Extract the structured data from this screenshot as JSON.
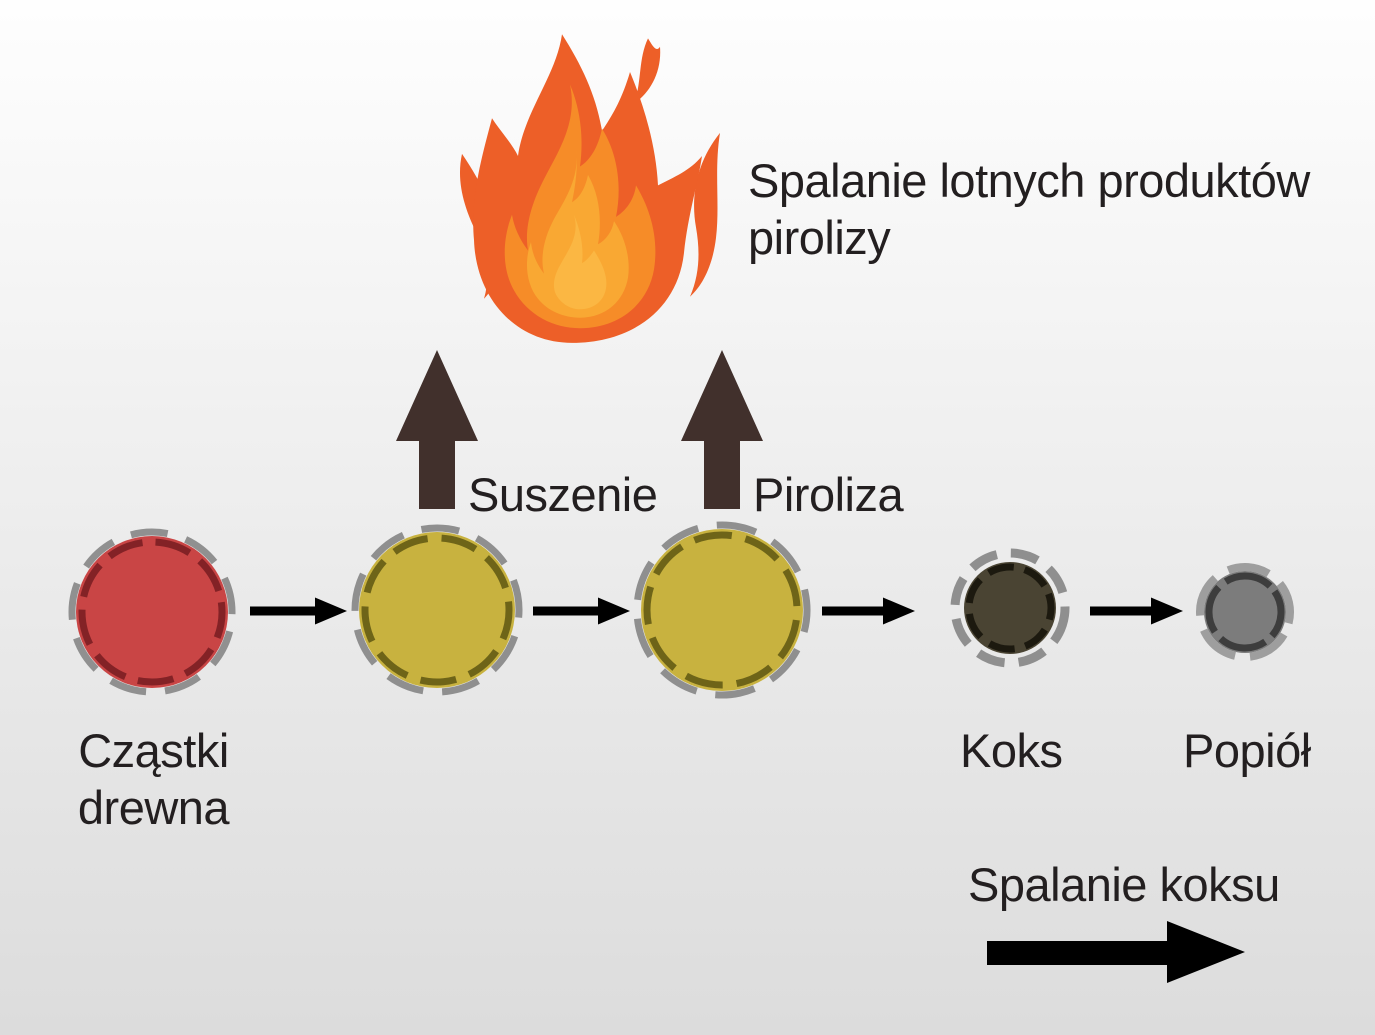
{
  "palette": {
    "background_top": "#fefefe",
    "background_bottom": "#dcdcdc",
    "text": "#231f20",
    "flow_arrow": "#000000",
    "process_arrow": "#41302c",
    "flame_outer": "#ed5f28",
    "flame_mid": "#f68c28",
    "flame_inner": "#f9a833",
    "flame_core": "#fbb743"
  },
  "captions": {
    "volatiles_combustion": "Spalanie lotnych produktów\npirolizy",
    "drying": "Suszenie",
    "pyrolysis": "Piroliza",
    "char_combustion": "Spalanie koksu"
  },
  "particles": [
    {
      "label": "Cząstki drewna",
      "fill": "#c94545",
      "inner_dash": "#832226",
      "outer_dash": "#909090"
    },
    {
      "fill": "#c8b23f",
      "inner_dash": "#6e6418",
      "outer_dash": "#8f8f8f"
    },
    {
      "fill": "#c8b23f",
      "inner_dash": "#6e6418",
      "outer_dash": "#8f8f8f"
    },
    {
      "label": "Koks",
      "fill": "#4a4433",
      "inner_dash": "#1c190f",
      "outer_dash": "#8f8f8f"
    },
    {
      "label": "Popiół",
      "fill": "#7c7c7c",
      "inner_dash": "#3d3d3d",
      "outer_dash": "#9e9e9e"
    }
  ]
}
